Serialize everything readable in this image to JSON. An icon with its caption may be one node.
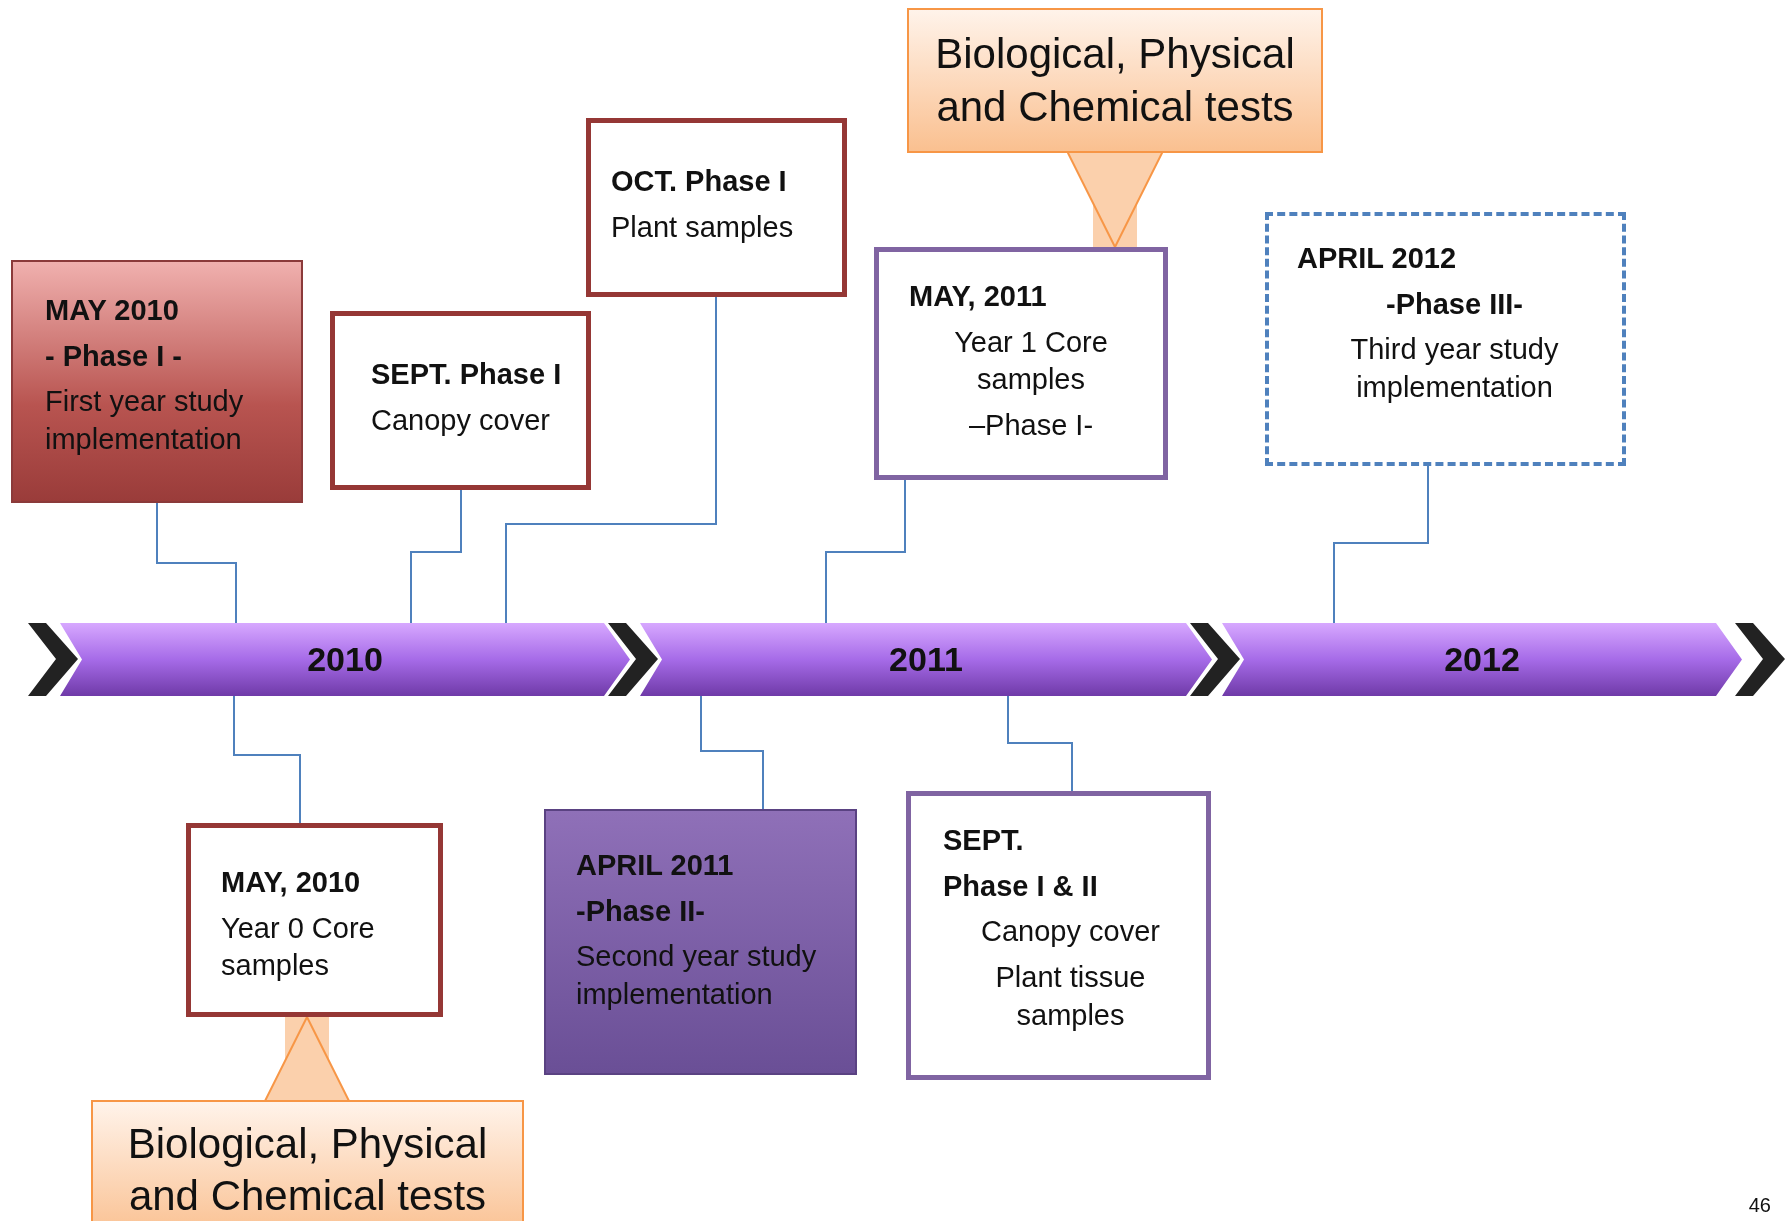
{
  "diagram": {
    "nodes": [
      {
        "text": [
          "MAY 2010",
          "- Phase I -",
          "First year study implementation"
        ]
      },
      {
        "text": [
          "SEPT. Phase I",
          "Canopy cover"
        ]
      },
      {
        "text": [
          "OCT. Phase I",
          "Plant samples"
        ]
      },
      {
        "text": [
          "Biological, Physical and Chemical tests"
        ]
      },
      {
        "text": [
          "MAY, 2011",
          "Year 1 Core samples",
          "–Phase I-"
        ]
      },
      {
        "text": [
          "APRIL 2012",
          "-Phase III-",
          "Third year study implementation"
        ]
      },
      {
        "text": [
          "2010"
        ]
      },
      {
        "text": [
          "2011"
        ]
      },
      {
        "text": [
          "2012"
        ]
      },
      {
        "text": [
          "MAY, 2010",
          "Year 0 Core samples"
        ]
      },
      {
        "text": [
          "APRIL 2011",
          "-Phase II-",
          "Second year study implementation"
        ]
      },
      {
        "text": [
          "SEPT.",
          "Phase I & II",
          "Canopy cover",
          "Plant tissue samples"
        ]
      },
      {
        "text": [
          "Biological,  Physical and Chemical tests"
        ]
      }
    ],
    "edges": [
      {
        "from": 0,
        "to": 6,
        "arrow": "none"
      },
      {
        "from": 1,
        "to": 6,
        "arrow": "none"
      },
      {
        "from": 2,
        "to": 6,
        "arrow": "none"
      },
      {
        "from": 3,
        "to": 4,
        "arrow": "to",
        "style": "thick",
        "color": "#fbd0ac"
      },
      {
        "from": 4,
        "to": 7,
        "arrow": "none"
      },
      {
        "from": 5,
        "to": 8,
        "arrow": "none"
      },
      {
        "from": 9,
        "to": 6,
        "arrow": "none"
      },
      {
        "from": 10,
        "to": 7,
        "arrow": "none"
      },
      {
        "from": 11,
        "to": 7,
        "arrow": "none"
      },
      {
        "from": 12,
        "to": 9,
        "arrow": "to",
        "style": "thick",
        "color": "#fbd0ac"
      }
    ],
    "labels": [
      "46"
    ]
  }
}
